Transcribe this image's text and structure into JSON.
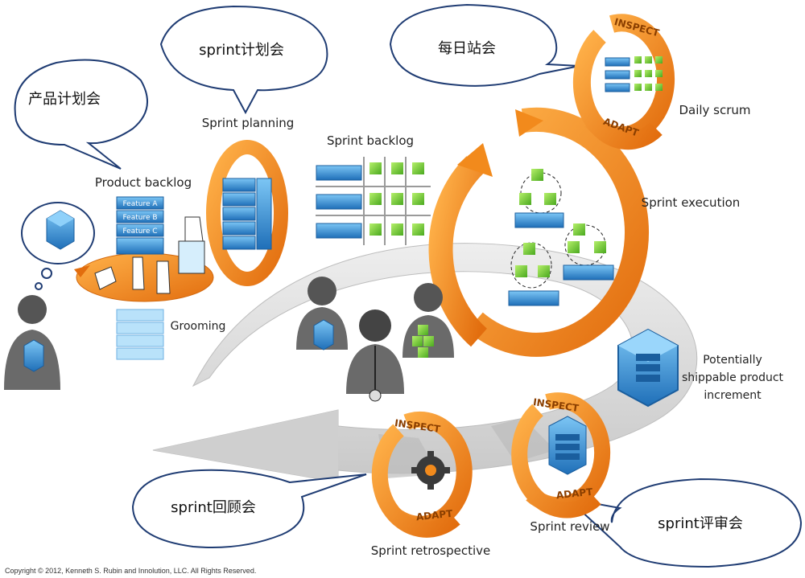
{
  "bubbles": {
    "product_planning": "产品计划会",
    "sprint_planning_meeting": "sprint计划会",
    "daily_standup": "每日站会",
    "sprint_retro_meeting": "sprint回顾会",
    "sprint_review_meeting": "sprint评审会"
  },
  "labels": {
    "product_backlog": "Product backlog",
    "feature_a": "Feature A",
    "feature_b": "Feature B",
    "feature_c": "Feature C",
    "grooming": "Grooming",
    "sprint_planning": "Sprint planning",
    "sprint_backlog": "Sprint backlog",
    "sprint_execution": "Sprint execution",
    "daily_scrum": "Daily scrum",
    "increment_line1": "Potentially",
    "increment_line2": "shippable product",
    "increment_line3": "increment",
    "sprint_review": "Sprint review",
    "sprint_retrospective": "Sprint retrospective",
    "inspect": "INSPECT",
    "adapt": "ADAPT"
  },
  "footer": {
    "copyright": "Copyright © 2012, Kenneth S. Rubin and Innolution, LLC. All Rights Reserved."
  },
  "colors": {
    "orange": "#f28a1c",
    "orange_dark": "#d2670c",
    "blue": "#2f8fd8",
    "blue_dark": "#1a5e9e",
    "green": "#7bd13c",
    "track": "#d9d9d9",
    "bubble_stroke": "#1f3c73"
  }
}
